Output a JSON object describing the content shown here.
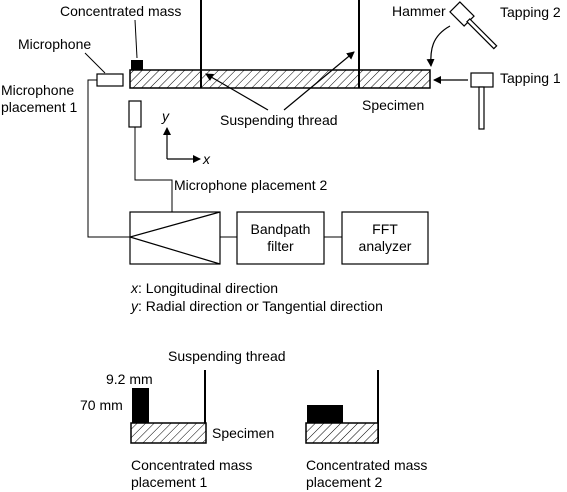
{
  "labels": {
    "concentrated_mass": "Concentrated mass",
    "microphone": "Microphone",
    "microphone_placement_1_line1": "Microphone",
    "microphone_placement_1_line2": "placement 1",
    "microphone_placement_2": "Microphone placement 2",
    "hammer": "Hammer",
    "tapping_1": "Tapping 1",
    "tapping_2": "Tapping 2",
    "suspending_thread": "Suspending thread",
    "specimen": "Specimen",
    "axis_x": "x",
    "axis_y": "y"
  },
  "blocks": {
    "bandpath_filter_line1": "Bandpath",
    "bandpath_filter_line2": "filter",
    "fft_analyzer_line1": "FFT",
    "fft_analyzer_line2": "analyzer"
  },
  "legend": {
    "x_symbol": "x",
    "x_text": ": Longitudinal direction",
    "y_symbol": "y",
    "y_text": ": Radial direction or Tangential direction"
  },
  "detail": {
    "suspending_thread": "Suspending thread",
    "dimension_width": "9.2 mm",
    "dimension_height": "70 mm",
    "specimen": "Specimen",
    "placement_1_line1": "Concentrated mass",
    "placement_1_line2": "placement 1",
    "placement_2_line1": "Concentrated mass",
    "placement_2_line2": "placement 2"
  }
}
